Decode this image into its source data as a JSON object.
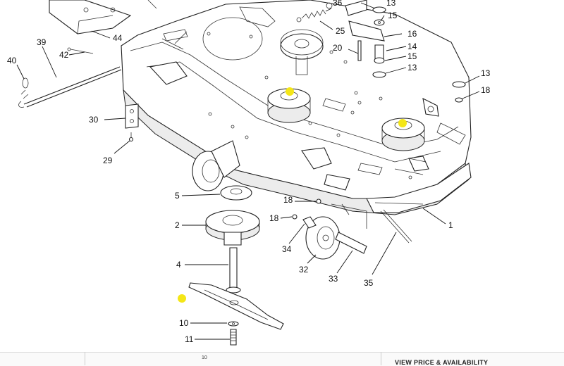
{
  "diagram": {
    "callouts": {
      "c13a": "13",
      "c15a": "15",
      "c36": "36",
      "c25": "25",
      "c16": "16",
      "c14": "14",
      "c15b": "15",
      "c13b": "13",
      "c20": "20",
      "c13c": "13",
      "c18a": "18",
      "c44": "44",
      "c39": "39",
      "c42": "42",
      "c40": "40",
      "c30": "30",
      "c29": "29",
      "c5": "5",
      "c2": "2",
      "c18b": "18",
      "c18c": "18",
      "c34": "34",
      "c32": "32",
      "c33": "33",
      "c35": "35",
      "c1": "1",
      "c4": "4",
      "c10": "10",
      "c11": "11"
    },
    "highlight_color": "#f4e617"
  },
  "footer": {
    "mini_callout": "10",
    "view_price_label": "VIEW PRICE & AVAILABILITY"
  }
}
